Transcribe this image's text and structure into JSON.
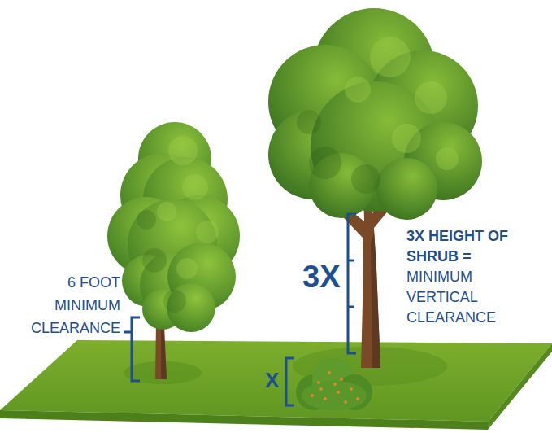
{
  "diagram": {
    "labels": [
      "6 FOOT MINIMUM CLEARANCE",
      "3X",
      "3X HEIGHT OF SHRUB =",
      "MINIMUM VERTICAL CLEARANCE",
      "X"
    ]
  }
}
